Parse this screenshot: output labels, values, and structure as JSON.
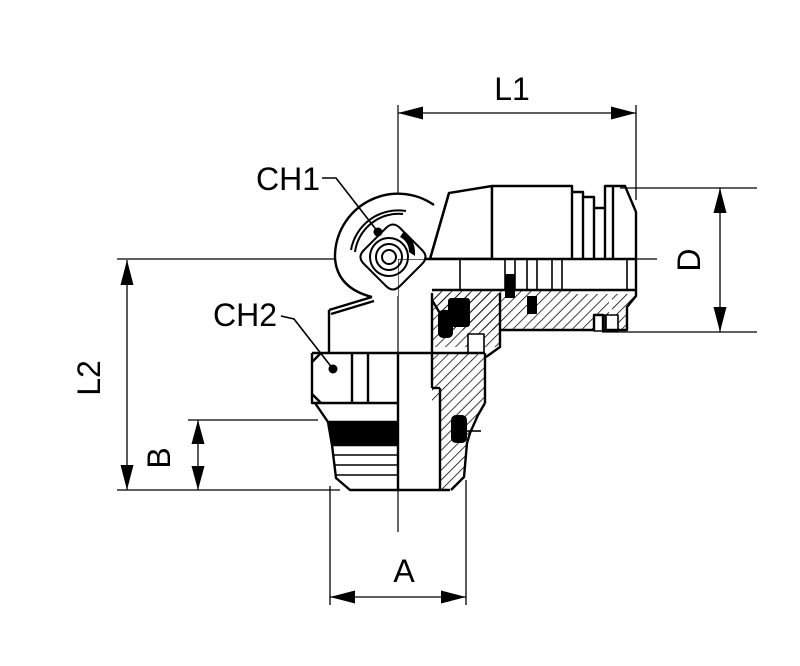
{
  "drawing": {
    "labels": {
      "l1": "L1",
      "l2": "L2",
      "d": "D",
      "b": "B",
      "a": "A",
      "ch1": "CH1",
      "ch2": "CH2"
    },
    "line_color": "#000000",
    "background_color": "#ffffff"
  }
}
